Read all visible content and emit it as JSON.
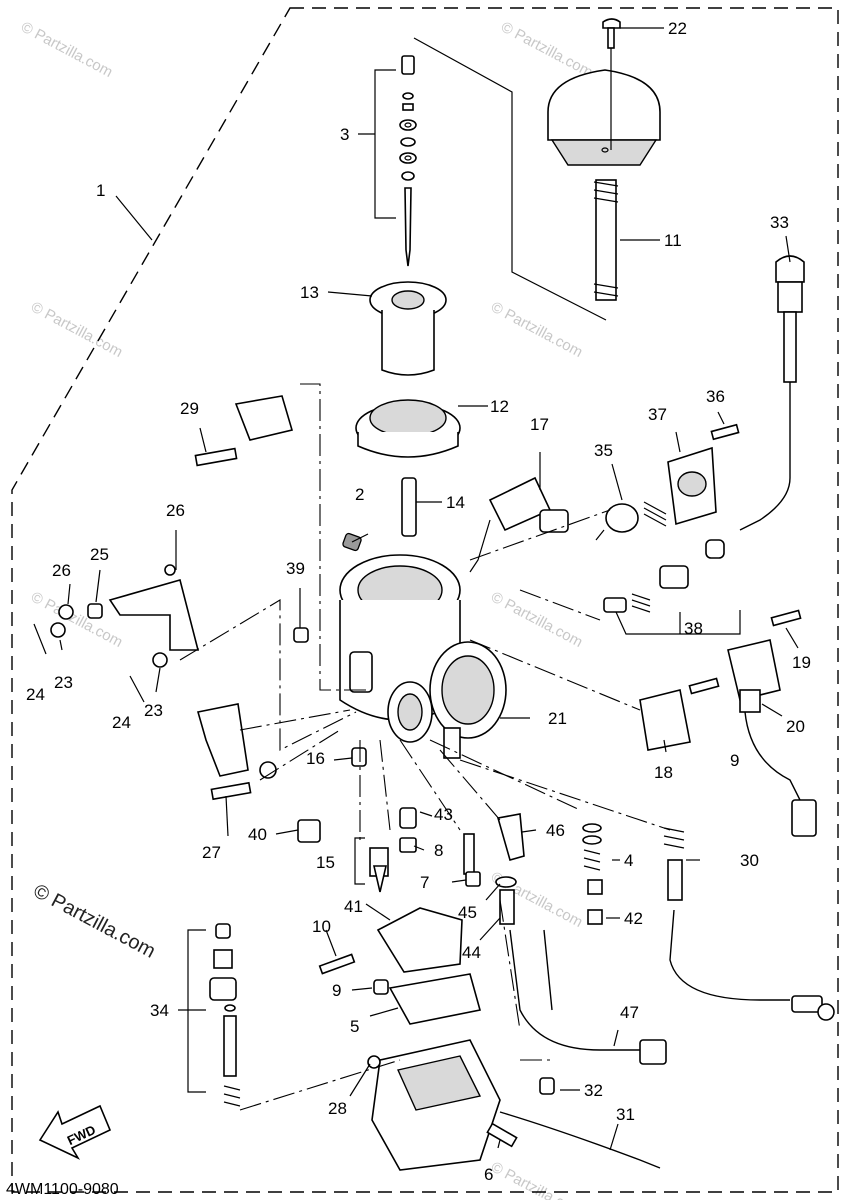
{
  "diagram": {
    "code": "4WM1100-9080",
    "watermark": "© Partzilla.com",
    "fwd_label": "FWD",
    "callouts": [
      {
        "id": "c1",
        "text": "1"
      },
      {
        "id": "c2",
        "text": "2"
      },
      {
        "id": "c3",
        "text": "3"
      },
      {
        "id": "c4",
        "text": "4"
      },
      {
        "id": "c5",
        "text": "5"
      },
      {
        "id": "c6",
        "text": "6"
      },
      {
        "id": "c7",
        "text": "7"
      },
      {
        "id": "c8",
        "text": "8"
      },
      {
        "id": "c9a",
        "text": "9"
      },
      {
        "id": "c9b",
        "text": "9"
      },
      {
        "id": "c10",
        "text": "10"
      },
      {
        "id": "c11",
        "text": "11"
      },
      {
        "id": "c12",
        "text": "12"
      },
      {
        "id": "c13",
        "text": "13"
      },
      {
        "id": "c14",
        "text": "14"
      },
      {
        "id": "c15",
        "text": "15"
      },
      {
        "id": "c16",
        "text": "16"
      },
      {
        "id": "c17",
        "text": "17"
      },
      {
        "id": "c18",
        "text": "18"
      },
      {
        "id": "c19",
        "text": "19"
      },
      {
        "id": "c20",
        "text": "20"
      },
      {
        "id": "c21",
        "text": "21"
      },
      {
        "id": "c22",
        "text": "22"
      },
      {
        "id": "c23a",
        "text": "23"
      },
      {
        "id": "c23b",
        "text": "23"
      },
      {
        "id": "c24a",
        "text": "24"
      },
      {
        "id": "c24b",
        "text": "24"
      },
      {
        "id": "c25",
        "text": "25"
      },
      {
        "id": "c26a",
        "text": "26"
      },
      {
        "id": "c26b",
        "text": "26"
      },
      {
        "id": "c27",
        "text": "27"
      },
      {
        "id": "c28",
        "text": "28"
      },
      {
        "id": "c29",
        "text": "29"
      },
      {
        "id": "c30",
        "text": "30"
      },
      {
        "id": "c31",
        "text": "31"
      },
      {
        "id": "c32",
        "text": "32"
      },
      {
        "id": "c33",
        "text": "33"
      },
      {
        "id": "c34",
        "text": "34"
      },
      {
        "id": "c35",
        "text": "35"
      },
      {
        "id": "c36",
        "text": "36"
      },
      {
        "id": "c37",
        "text": "37"
      },
      {
        "id": "c38",
        "text": "38"
      },
      {
        "id": "c39",
        "text": "39"
      },
      {
        "id": "c40",
        "text": "40"
      },
      {
        "id": "c41",
        "text": "41"
      },
      {
        "id": "c42",
        "text": "42"
      },
      {
        "id": "c43",
        "text": "43"
      },
      {
        "id": "c44",
        "text": "44"
      },
      {
        "id": "c45",
        "text": "45"
      },
      {
        "id": "c46",
        "text": "46"
      },
      {
        "id": "c47",
        "text": "47"
      }
    ]
  }
}
